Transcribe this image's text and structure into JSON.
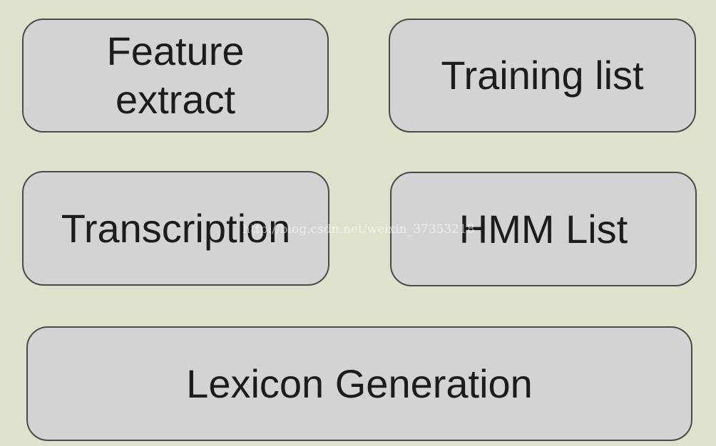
{
  "diagram": {
    "boxes": [
      {
        "id": "feature",
        "label": "Feature\nextract"
      },
      {
        "id": "training",
        "label": "Training list"
      },
      {
        "id": "transcription",
        "label": "Transcription"
      },
      {
        "id": "hmm",
        "label": "HMM List"
      },
      {
        "id": "lexicon",
        "label": "Lexicon Generation"
      }
    ]
  },
  "watermark": "http://blog.csdn.net/weixin_37353218"
}
